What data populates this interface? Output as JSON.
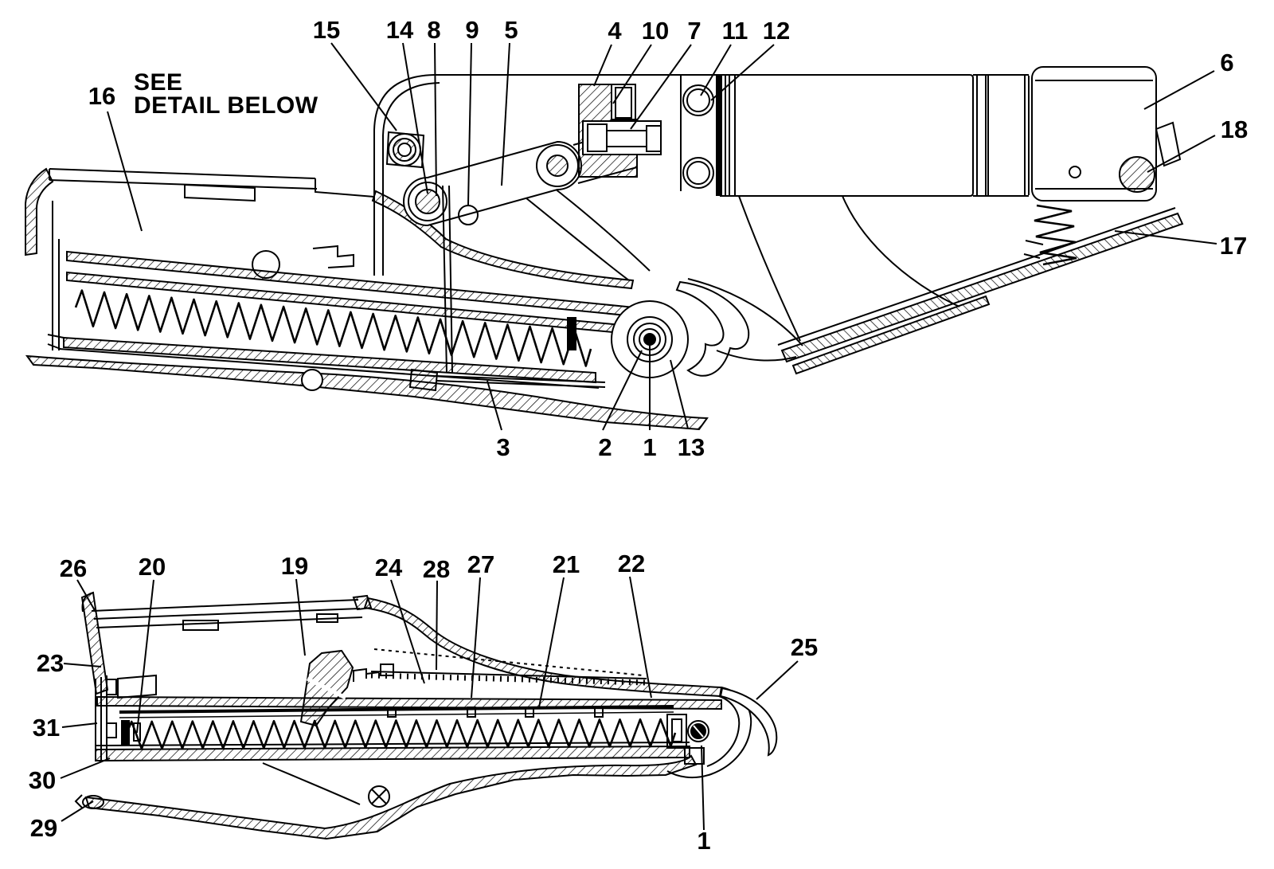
{
  "colors": {
    "ink": "#000000",
    "paper": "#ffffff"
  },
  "note": {
    "line1": "SEE",
    "line2": "DETAIL BELOW"
  },
  "figures": {
    "main": {
      "name": "assembled-tool-cross-section",
      "labels": [
        {
          "text": "15"
        },
        {
          "text": "14"
        },
        {
          "text": "8"
        },
        {
          "text": "9"
        },
        {
          "text": "5"
        },
        {
          "text": "4"
        },
        {
          "text": "10"
        },
        {
          "text": "7"
        },
        {
          "text": "11"
        },
        {
          "text": "12"
        },
        {
          "text": "16"
        },
        {
          "text": "6"
        },
        {
          "text": "18"
        },
        {
          "text": "17"
        },
        {
          "text": "3"
        },
        {
          "text": "2"
        },
        {
          "text": "1"
        },
        {
          "text": "13"
        }
      ]
    },
    "detail": {
      "name": "magazine-detail-cross-section",
      "labels": [
        {
          "text": "26"
        },
        {
          "text": "20"
        },
        {
          "text": "19"
        },
        {
          "text": "24"
        },
        {
          "text": "28"
        },
        {
          "text": "27"
        },
        {
          "text": "21"
        },
        {
          "text": "22"
        },
        {
          "text": "25"
        },
        {
          "text": "23"
        },
        {
          "text": "31"
        },
        {
          "text": "30"
        },
        {
          "text": "29"
        },
        {
          "text": "1"
        }
      ]
    }
  }
}
